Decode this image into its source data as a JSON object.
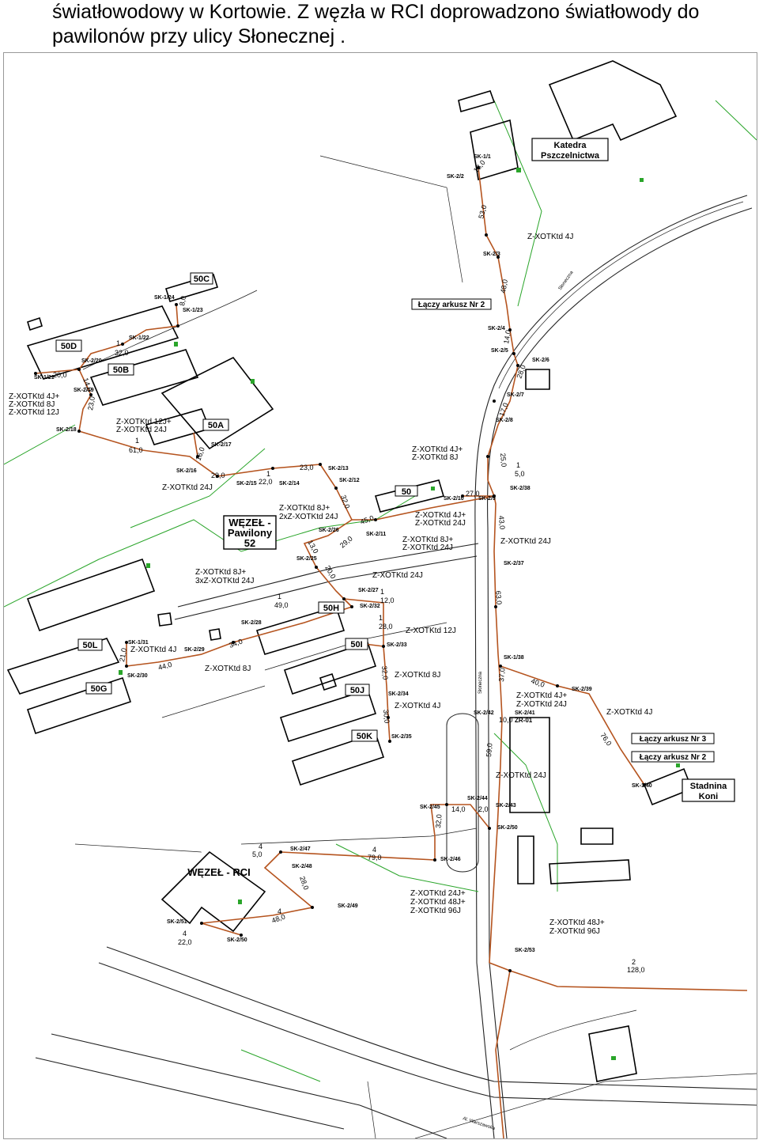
{
  "caption": {
    "line1": "światłowodowy w Kortowie. Z węzła w RCI doprowadzono światłowody do",
    "line2": "pawilonów przy ulicy Słonecznej ."
  },
  "colors": {
    "cable": "#b5541f",
    "road": "#222222",
    "green": "#2aa52a",
    "building": "#000000"
  },
  "buildings": {
    "b50C": "50C",
    "b50D": "50D",
    "b50B": "50B",
    "b50A": "50A",
    "b50": "50",
    "b50H": "50H",
    "b50L": "50L",
    "b50G": "50G",
    "b50I": "50I",
    "b50J": "50J",
    "b50K": "50K",
    "katedra1": "Katedra",
    "katedra2": "Pszczelnictwa",
    "wezelPaw1": "WĘZEŁ -",
    "wezelPaw2": "Pawilony",
    "wezelPaw3": "52",
    "wezelRci": "WĘZEŁ - RCI",
    "stadnina1": "Stadnina",
    "stadnina2": "Koni",
    "zr01": "ZR-01"
  },
  "sheets": {
    "arkusz2a": "Łączy arkusz Nr 2",
    "arkusz3": "Łączy arkusz Nr 3",
    "arkusz2b": "Łączy arkusz Nr 2"
  },
  "cables": {
    "c1": "Z-XOTKtd 4J",
    "c2a": "Z-XOTKtd 4J+",
    "c2b": "Z-XOTKtd 8J",
    "c2c": "Z-XOTKtd 12J",
    "c3a": "Z-XOTKtd 12J+",
    "c3b": "Z-XOTKtd 24J",
    "c4": "Z-XOTKtd 24J",
    "c5a": "Z-XOTKtd 4J+",
    "c5b": "Z-XOTKtd 8J",
    "c6a": "Z-XOTKtd 8J+",
    "c6b": "2xZ-XOTKtd 24J",
    "c7a": "Z-XOTKtd 4J+",
    "c7b": "Z-XOTKtd 24J",
    "c8a": "Z-XOTKtd 8J+",
    "c8b": "Z-XOTKtd 24J",
    "c9": "Z-XOTKtd 24J",
    "c10a": "Z-XOTKtd 8J+",
    "c10b": "3xZ-XOTKtd 24J",
    "c11": "Z-XOTKtd 24J",
    "c12": "Z-XOTKtd 12J",
    "c13": "Z-XOTKtd 4J",
    "c14": "Z-XOTKtd 8J",
    "c15": "Z-XOTKtd 8J",
    "c16": "Z-XOTKtd 4J",
    "c17a": "Z-XOTKtd 4J+",
    "c17b": "Z-XOTKtd 24J",
    "c18": "Z-XOTKtd 4J",
    "c19": "Z-XOTKtd 24J",
    "c20a": "Z-XOTKtd 24J+",
    "c20b": "Z-XOTKtd 48J+",
    "c20c": "Z-XOTKtd 96J",
    "c21a": "Z-XOTKtd 48J+",
    "c21b": "Z-XOTKtd 96J"
  },
  "wells": {
    "sk11": "SK-1/1",
    "sk22": "SK-2/2",
    "sk23": "SK-2/3",
    "sk24": "SK-2/4",
    "sk25": "SK-2/5",
    "sk26": "SK-2/6",
    "sk27": "SK-2/7",
    "sk28": "SK-2/8",
    "sk124": "SK-1/24",
    "sk123": "SK-1/23",
    "sk122": "SK-1/22",
    "sk121": "SK-1/21",
    "sk220": "SK-2/20",
    "sk219": "SK-2/19",
    "sk218": "SK-2/18",
    "sk217": "SK-2/17",
    "sk216": "SK-2/16",
    "sk215": "SK-2/15",
    "sk214": "SK-2/14",
    "sk213": "SK-2/13",
    "sk212": "SK-2/12",
    "sk210": "SK-2/10",
    "sk29": "SK-2/9",
    "sk238": "SK-2/38",
    "sk226": "SK-2/26",
    "sk211": "SK-2/11",
    "sk225": "SK-2/25",
    "sk237": "SK-2/37",
    "sk227": "SK-2/27",
    "sk232": "SK-2/32",
    "sk228": "SK-2/28",
    "sk131": "SK-1/31",
    "sk229": "SK-2/29",
    "sk230": "SK-2/30",
    "sk233": "SK-2/33",
    "sk234": "SK-2/34",
    "sk235": "SK-2/35",
    "sk138": "SK-1/38",
    "sk239": "SK-2/39",
    "sk242": "SK-2/42",
    "sk241": "SK-2/41",
    "sk140": "SK-1/40",
    "sk244": "SK-2/44",
    "sk245": "SK-2/45",
    "sk243": "SK-2/43",
    "sk250": "SK-2/50",
    "sk247": "SK-2/47",
    "sk246": "SK-2/46",
    "sk248": "SK-2/48",
    "sk249": "SK-2/49",
    "sk251": "SK-2/51",
    "sk250b": "SK-2/50",
    "sk253": "SK-2/53"
  },
  "distances": {
    "d1": "18,0",
    "d2": "53,0",
    "d3": "48,0",
    "d4": "14,0",
    "d5": "28,0",
    "d6": "17,0",
    "d7": "8,0",
    "d8": "32,0",
    "d9": "20,0",
    "d10": "14,0",
    "d11": "23,0",
    "d12": "61,0",
    "d13": "16,0",
    "d14": "29,0",
    "d15": "22,0",
    "d16": "23,0",
    "d17": "32,0",
    "d18": "45,0",
    "d19": "27,0",
    "d20": "5,0",
    "d21": "25,0",
    "d22": "43,0",
    "d23": "29,0",
    "d24": "13,0",
    "d25": "20,0",
    "d26": "49,0",
    "d27": "12,0",
    "d28": "28,0",
    "d29": "34,0",
    "d30": "21,0",
    "d31": "44,0",
    "d32": "32,0",
    "d33": "30,0",
    "d34": "63,0",
    "d35": "37,0",
    "d36": "40,0",
    "d37": "76,0",
    "d38": "10,0",
    "d39": "59,0",
    "d40": "14,0",
    "d41": "2,0",
    "d42": "32,0",
    "d43": "5,0",
    "d44": "79,0",
    "d45": "28,0",
    "d46": "48,0",
    "d47": "22,0",
    "d48": "128,0"
  },
  "counts": {
    "n1": "1",
    "n4": "4",
    "n2": "2"
  },
  "streets": {
    "s1": "Słoneczna",
    "s2": "Al. Warszawska"
  }
}
